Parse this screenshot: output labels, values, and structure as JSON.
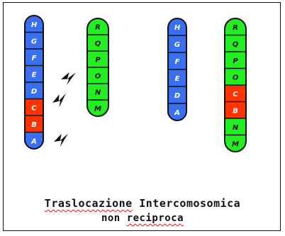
{
  "colors": {
    "blue": "#3a6ff2",
    "green": "#22ee22",
    "red": "#ff3300",
    "outline": "#111111",
    "bolt": "#111111"
  },
  "chromosomes": [
    {
      "id": "chrom-1",
      "segments": [
        {
          "label": "H",
          "color": "blue"
        },
        {
          "label": "G",
          "color": "blue"
        },
        {
          "label": "F",
          "color": "blue"
        },
        {
          "label": "E",
          "color": "blue"
        },
        {
          "label": "D",
          "color": "blue"
        },
        {
          "label": "C",
          "color": "red"
        },
        {
          "label": "B",
          "color": "red"
        },
        {
          "label": "A",
          "color": "blue"
        }
      ]
    },
    {
      "id": "chrom-2",
      "segments": [
        {
          "label": "R",
          "color": "green"
        },
        {
          "label": "Q",
          "color": "green"
        },
        {
          "label": "P",
          "color": "green"
        },
        {
          "label": "O",
          "color": "green"
        },
        {
          "label": "N",
          "color": "green"
        },
        {
          "label": "M",
          "color": "green"
        }
      ]
    },
    {
      "id": "chrom-3",
      "segments": [
        {
          "label": "H",
          "color": "blue"
        },
        {
          "label": "G",
          "color": "blue"
        },
        {
          "label": "F",
          "color": "blue"
        },
        {
          "label": "E",
          "color": "blue"
        },
        {
          "label": "D",
          "color": "blue"
        },
        {
          "label": "A",
          "color": "blue"
        }
      ]
    },
    {
      "id": "chrom-4",
      "segments": [
        {
          "label": "R",
          "color": "green"
        },
        {
          "label": "Q",
          "color": "green"
        },
        {
          "label": "P",
          "color": "green"
        },
        {
          "label": "O",
          "color": "green"
        },
        {
          "label": "C",
          "color": "red"
        },
        {
          "label": "B",
          "color": "red"
        },
        {
          "label": "N",
          "color": "green"
        },
        {
          "label": "M",
          "color": "green"
        }
      ]
    }
  ],
  "caption": {
    "line1_word1": "Traslocazione",
    "line1_word2": "Intercomosomica",
    "line2_word1": "non",
    "line2_word2": "reciproca"
  }
}
